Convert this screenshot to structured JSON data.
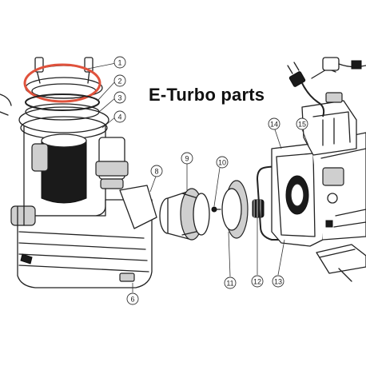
{
  "title": "E-Turbo parts",
  "highlight_color": "#e0523c",
  "callouts": [
    "1",
    "2",
    "3",
    "4",
    "6",
    "8",
    "9",
    "10",
    "11",
    "12",
    "13",
    "14",
    "15"
  ]
}
